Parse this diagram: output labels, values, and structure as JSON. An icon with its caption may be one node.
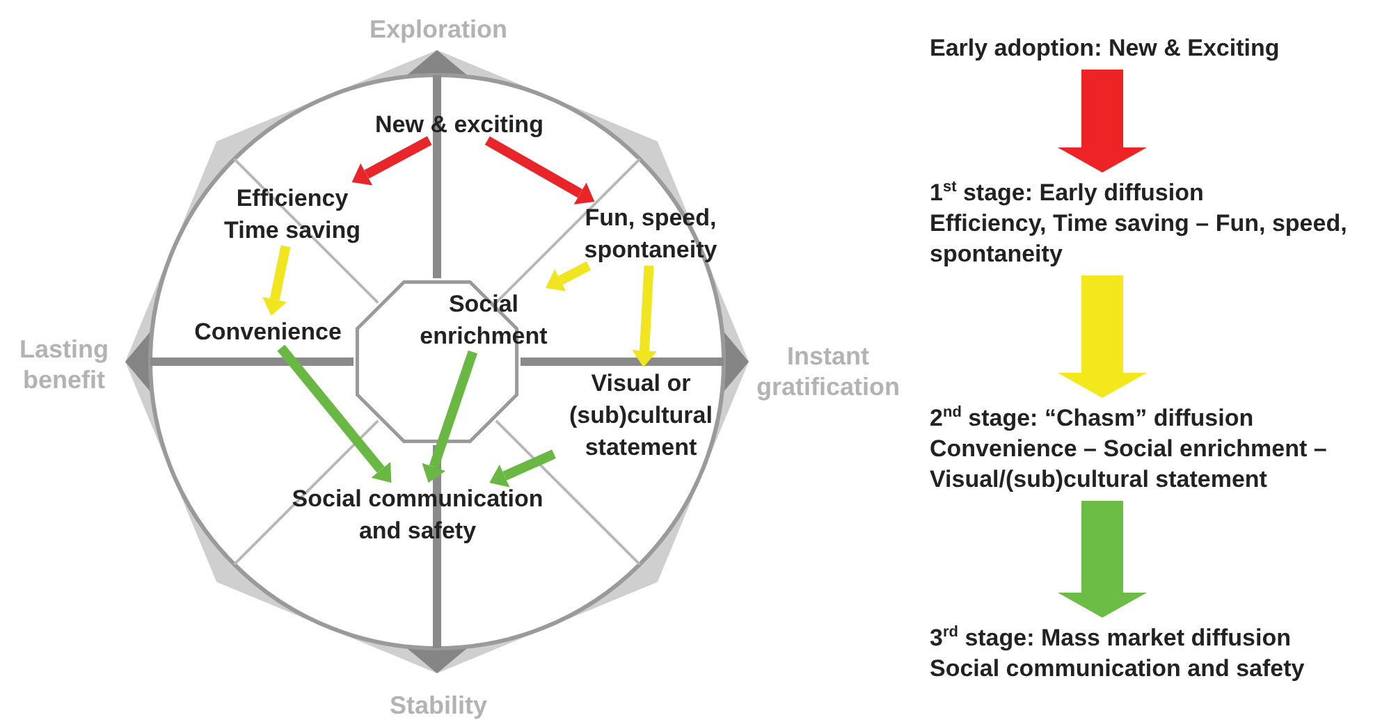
{
  "diagram": {
    "nodes": [
      {
        "text": [
          "New & exciting"
        ]
      },
      {
        "text": [
          "Efficiency Time saving"
        ]
      },
      {
        "text": [
          "Fun, speed, spontaneity"
        ]
      },
      {
        "text": [
          "Convenience"
        ]
      },
      {
        "text": [
          "Social enrichment"
        ]
      },
      {
        "text": [
          "Visual or (sub)cultural statement"
        ]
      },
      {
        "text": [
          "Social communication and safety"
        ]
      },
      {
        "text": [
          "Early adoption: New & Exciting"
        ]
      },
      {
        "text": [
          "1$^{st}$ stage: Early diffusion",
          "Efficiency, Time saving – Fun, speed, spontaneity"
        ]
      },
      {
        "text": [
          "2$^{nd}$ stage: “Chasm” diffusion",
          "Convenience – Social enrichment – Visual/(sub)cultural statement"
        ]
      },
      {
        "text": [
          "3$^{rd}$ stage: Mass market diffusion",
          "Social communication and safety"
        ]
      }
    ],
    "edges": [
      {
        "from": 0,
        "to": 1,
        "arrow": "to",
        "color": "#e8262a"
      },
      {
        "from": 0,
        "to": 2,
        "arrow": "to",
        "color": "#e8262a"
      },
      {
        "from": 1,
        "to": 3,
        "arrow": "to",
        "color": "#f0e51e"
      },
      {
        "from": 2,
        "to": 4,
        "arrow": "to",
        "color": "#f0e51e"
      },
      {
        "from": 2,
        "to": 5,
        "arrow": "to",
        "color": "#f0e51e"
      },
      {
        "from": 3,
        "to": 6,
        "arrow": "to",
        "color": "#6ab844"
      },
      {
        "from": 4,
        "to": 6,
        "arrow": "to",
        "color": "#6ab844"
      },
      {
        "from": 5,
        "to": 6,
        "arrow": "to",
        "color": "#6ab844"
      },
      {
        "from": 7,
        "to": 8,
        "arrow": "to",
        "style": "thick",
        "color": "#ee2325"
      },
      {
        "from": 8,
        "to": 9,
        "arrow": "to",
        "style": "thick",
        "color": "#f2e81c"
      },
      {
        "from": 9,
        "to": 10,
        "arrow": "to",
        "style": "thick",
        "color": "#6cbd45"
      }
    ],
    "labels": [
      "Exploration",
      "Lasting benefit",
      "Instant gratification",
      "Stability"
    ]
  }
}
